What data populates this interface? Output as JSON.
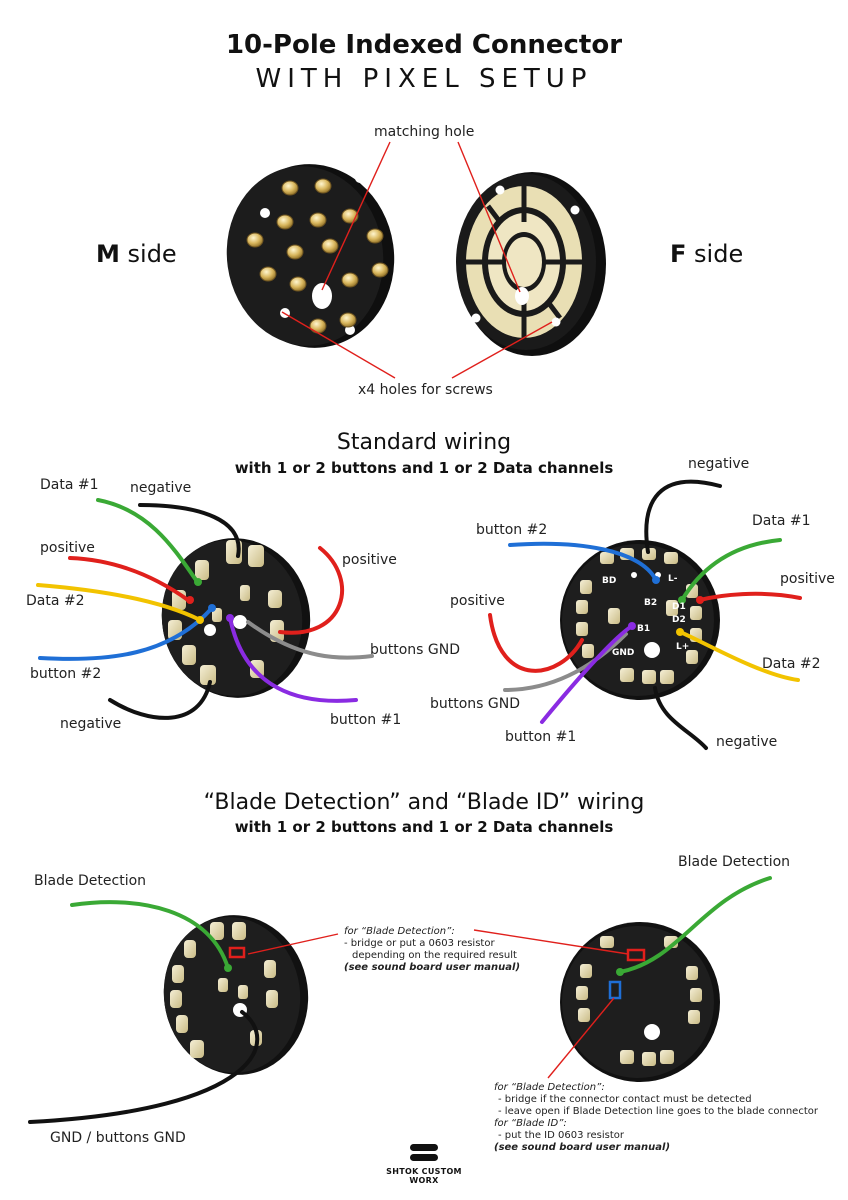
{
  "header": {
    "title": "10-Pole Indexed Connector",
    "subtitle": "WITH PIXEL SETUP"
  },
  "top": {
    "m_side_letter": "M",
    "m_side_word": " side",
    "f_side_letter": "F",
    "f_side_word": " side",
    "matching_hole": "matching hole",
    "screw_holes": "x4 holes for screws"
  },
  "standard": {
    "title": "Standard wiring",
    "subtitle": "with 1 or 2 buttons and 1 or 2 Data channels",
    "left_labels": {
      "data1": "Data #1",
      "negative_top": "negative",
      "positive_left": "positive",
      "data2": "Data #2",
      "button2": "button #2",
      "negative_bottom": "negative",
      "positive_right": "positive",
      "buttons_gnd": "buttons GND",
      "button1": "button #1"
    },
    "right_labels": {
      "negative_top": "negative",
      "button2": "button #2",
      "data1": "Data #1",
      "positive_right": "positive",
      "positive_left": "positive",
      "data2": "Data #2",
      "buttons_gnd": "buttons GND",
      "button1": "button #1",
      "negative_bottom": "negative"
    },
    "board_labels": {
      "bd": "BD",
      "b1": "B1",
      "b2": "B2",
      "d1": "D1",
      "d2": "D2",
      "gnd": "GND",
      "lplus": "L+",
      "lminus": "L-"
    }
  },
  "blade": {
    "title": "“Blade Detection” and “Blade ID” wiring",
    "subtitle": "with 1 or 2 buttons and 1 or 2 Data channels",
    "label_left": "Blade Detection",
    "label_right": "Blade Detection",
    "label_gnd": "GND / buttons GND",
    "note1": {
      "head": "for “Blade Detection”:",
      "line1": "- bridge or put a 0603 resistor",
      "line2": "depending on the required result",
      "line3": "(see sound board user manual)"
    },
    "note2": {
      "head1": "for “Blade Detection”:",
      "line1": "- bridge if the connector contact must be detected",
      "line2": "- leave open if Blade Detection line goes to the blade connector",
      "head2": "for “Blade ID”:",
      "line3": "- put the ID 0603 resistor",
      "line4": "(see sound board user manual)"
    }
  },
  "footer": {
    "brand": "SHTOK CUSTOM WORX"
  },
  "colors": {
    "green": "#3aa935",
    "red": "#e0201c",
    "yellow": "#f2c300",
    "blue": "#1f6fd6",
    "purple": "#8a2be2",
    "gray": "#8c8c8c",
    "black": "#111111",
    "gold": "#e8dfb6",
    "board": "#141414"
  }
}
